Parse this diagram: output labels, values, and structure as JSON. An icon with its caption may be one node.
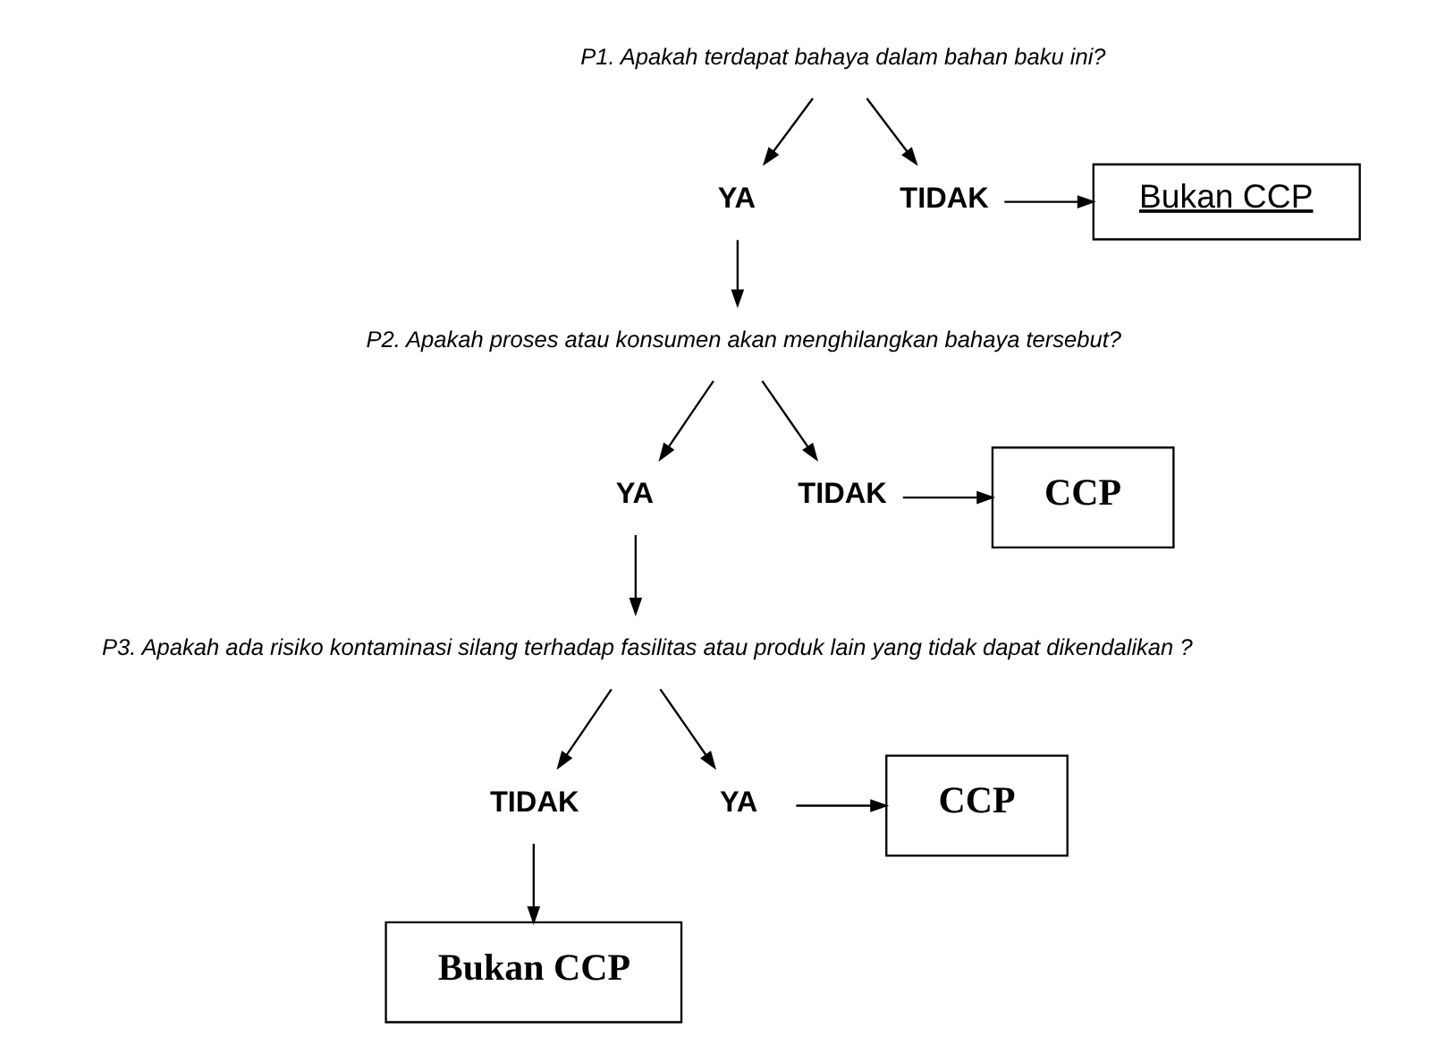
{
  "diagram": {
    "nodes": [
      {
        "text": [
          "P1. Apakah terdapat bahaya dalam bahan baku ini?"
        ]
      },
      {
        "text": [
          "YA"
        ]
      },
      {
        "text": [
          "TIDAK"
        ]
      },
      {
        "text": [
          "Bukan CCP"
        ]
      },
      {
        "text": [
          "P2. Apakah proses atau konsumen akan menghilangkan bahaya tersebut?"
        ]
      },
      {
        "text": [
          "YA"
        ]
      },
      {
        "text": [
          "TIDAK"
        ]
      },
      {
        "text": [
          "CCP"
        ]
      },
      {
        "text": [
          "P3. Apakah ada risiko kontaminasi silang terhadap fasilitas atau produk lain yang tidak dapat dikendalikan ?"
        ]
      },
      {
        "text": [
          "TIDAK"
        ]
      },
      {
        "text": [
          "YA"
        ]
      },
      {
        "text": [
          "CCP"
        ]
      },
      {
        "text": [
          "Bukan CCP"
        ]
      }
    ],
    "edges": [
      {
        "from": 0,
        "to": 1,
        "arrow": "to"
      },
      {
        "from": 0,
        "to": 2,
        "arrow": "to"
      },
      {
        "from": 2,
        "to": 3,
        "arrow": "to"
      },
      {
        "from": 1,
        "to": 4,
        "arrow": "to"
      },
      {
        "from": 4,
        "to": 5,
        "arrow": "to"
      },
      {
        "from": 4,
        "to": 6,
        "arrow": "to"
      },
      {
        "from": 6,
        "to": 7,
        "arrow": "to"
      },
      {
        "from": 5,
        "to": 8,
        "arrow": "to"
      },
      {
        "from": 8,
        "to": 9,
        "arrow": "to"
      },
      {
        "from": 8,
        "to": 10,
        "arrow": "to"
      },
      {
        "from": 10,
        "to": 11,
        "arrow": "to"
      },
      {
        "from": 9,
        "to": 12,
        "arrow": "to"
      }
    ]
  }
}
